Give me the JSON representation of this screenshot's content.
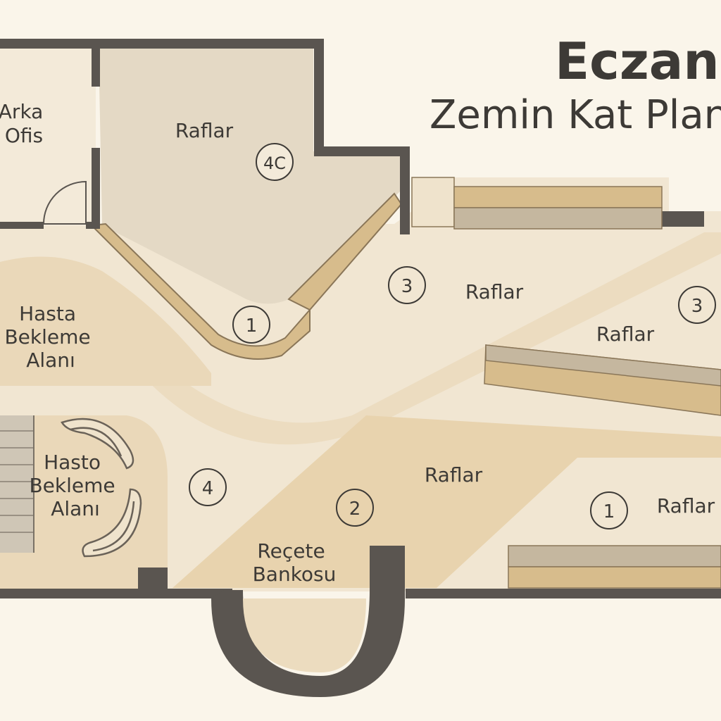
{
  "title": "Eczane",
  "subtitle": "Zemin Kat Planı",
  "rooms": {
    "arka_ofis": [
      "Arka",
      "Ofis"
    ],
    "raflar_back": "Raflar",
    "hasta_bekleme_1": [
      "Hasta",
      "Bekleme",
      "Alanı"
    ],
    "hasta_bekleme_2": [
      "Hasto",
      "Bekleme",
      "Alanı"
    ],
    "raflar_mid": "Raflar",
    "raflar_right": "Raflar",
    "raflar_lower": "Raflar",
    "raflar_lower_right": "Raflar",
    "recete_bankosu": [
      "Reçete",
      "Bankosu"
    ]
  },
  "markers": {
    "m_4c": "4C",
    "m_1_corner": "1",
    "m_3_left": "3",
    "m_3_right": "3",
    "m_4": "4",
    "m_2": "2",
    "m_1_right": "1"
  },
  "colors": {
    "background": "#faf5ea",
    "floor": "#f1e6d2",
    "zone": "#e8d6b6",
    "storage": "#e2d8c4",
    "wall": "#5a5550",
    "shelf": "#d7bc8c"
  }
}
